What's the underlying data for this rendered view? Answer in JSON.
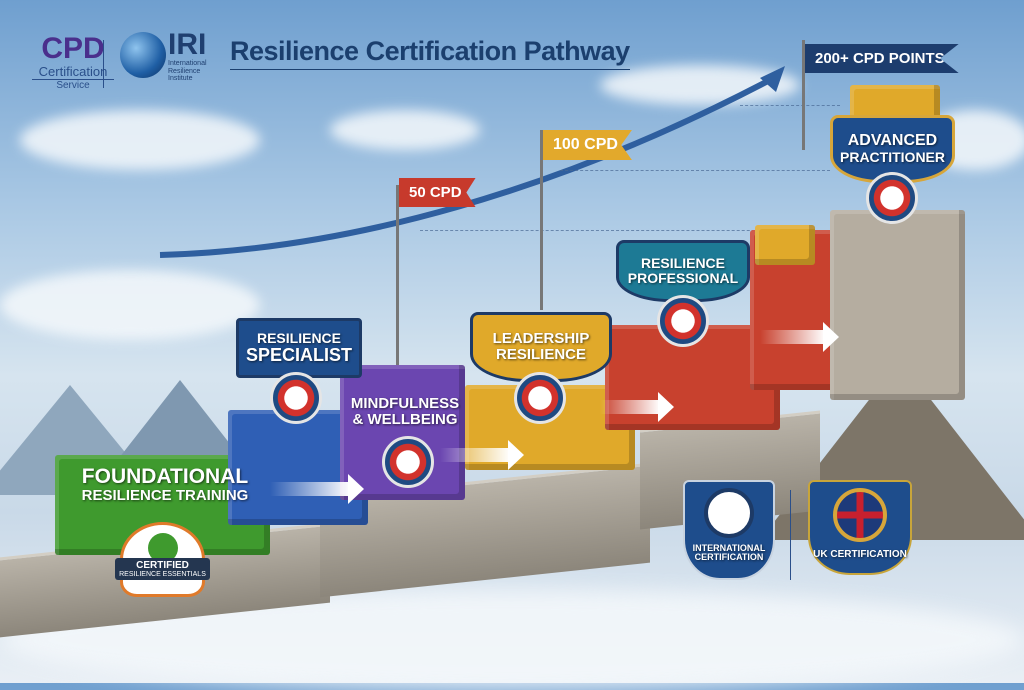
{
  "header": {
    "cpd_logo": "CPD",
    "cpd_sub1": "Certification",
    "cpd_sub2": "Service",
    "iri_logo": "IRI",
    "iri_sub": [
      "International",
      "Resilience",
      "Institute"
    ],
    "title": "Resilience Certification Pathway"
  },
  "flags": {
    "f50": "50 CPD",
    "f100": "100 CPD",
    "f200": "200+ CPD POINTS"
  },
  "steps": [
    {
      "title": "FOUNDATIONAL",
      "subtitle": "RESILIENCE TRAINING",
      "badge_title": "CERTIFIED",
      "badge_sub": "RESILIENCE ESSENTIALS",
      "color": "#3f9a2e"
    },
    {
      "title": "RESILIENCE",
      "subtitle": "SPECIALIST",
      "color": "#2f5fb5"
    },
    {
      "title": "MINDFULNESS",
      "subtitle": "& WELLBEING",
      "color": "#6b46b0"
    },
    {
      "title": "LEADERSHIP",
      "subtitle": "RESILIENCE",
      "color": "#e0a92a"
    },
    {
      "title": "RESILIENCE",
      "subtitle": "PROFESSIONAL",
      "color": "#c8412e"
    },
    {
      "title": "ADVANCED",
      "subtitle": "PRACTITIONER",
      "color": "#b5ada0"
    }
  ],
  "certs": {
    "international": "INTERNATIONAL CERTIFICATION",
    "uk": "UK CERTIFICATION"
  }
}
